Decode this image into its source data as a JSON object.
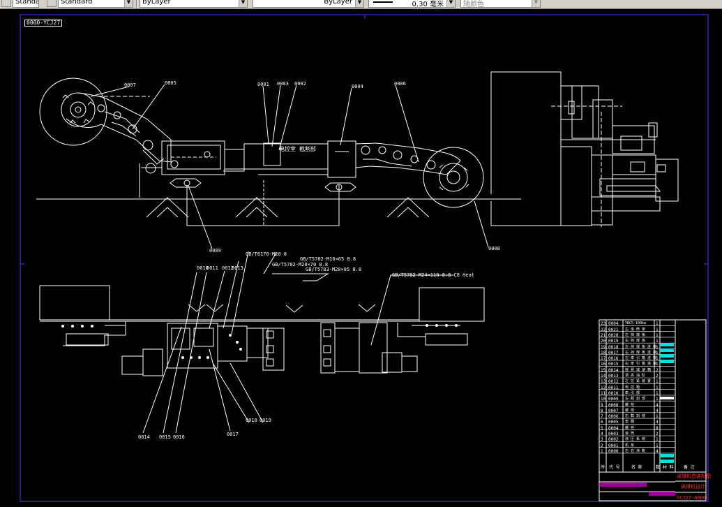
{
  "toolbar": {
    "text_style": "Standard",
    "layer_color": "ByLayer",
    "linetype": "ByLayer",
    "lineweight": "0.30 毫米",
    "plot_style": "随颜色"
  },
  "drawing": {
    "code": "0000-YCJ27",
    "callouts_top": [
      "0007",
      "0005",
      "0001",
      "0003",
      "0002",
      "0004",
      "0006",
      "0008",
      "0009"
    ],
    "callouts_bottom": [
      "0010",
      "0011",
      "0012",
      "0013",
      "0014",
      "0015",
      "0016",
      "0017",
      "0018",
      "0019"
    ],
    "box_label": "电控室 截割部",
    "leader_notes": [
      "GB/T5782-M16×65 8.8",
      "GB/T5782-M20×70 8.8",
      "GB/T5783-M20×85 8.8",
      "GB/T6170-M20 8",
      "GB/T5782-M24×110 8.8 C8 Heat"
    ]
  },
  "title_block": {
    "rows": [
      {
        "code": "0004",
        "name": "YBC5-100kw",
        "qty": "1"
      },
      {
        "code": "0021",
        "name": "左 滚 筒 架",
        "qty": "1"
      },
      {
        "code": "0020",
        "name": "左 挡 煤 板",
        "qty": "1"
      },
      {
        "code": "0019",
        "name": "右 挡 煤 板",
        "qty": "1"
      },
      {
        "code": "0018",
        "name": "左 挡 煤 板 连 接",
        "qty": "1"
      },
      {
        "code": "0017",
        "name": "右 挡 煤 板 连 接",
        "qty": "1"
      },
      {
        "code": "0016",
        "name": "左 牵 引 箱 连 接",
        "qty": "1"
      },
      {
        "code": "0015",
        "name": "右 牵 引 箱 连 接",
        "qty": "1"
      },
      {
        "code": "0014",
        "name": "摇 臂 减 速 箱",
        "qty": "2"
      },
      {
        "code": "0013",
        "name": "调 高 油 缸",
        "qty": "2"
      },
      {
        "code": "0012",
        "name": "左 拉 紧 装 置",
        "qty": "1"
      },
      {
        "code": "0011",
        "name": "电 控 箱",
        "qty": "1"
      },
      {
        "code": "0010",
        "name": "牵 引 部",
        "qty": "1"
      },
      {
        "code": "0009",
        "name": "左 截 割 部",
        "qty": "1"
      },
      {
        "code": "0008",
        "name": "螺 栓",
        "qty": "4"
      },
      {
        "code": "0007",
        "name": "螺 母",
        "qty": "4"
      },
      {
        "code": "0006",
        "name": "右 截 割 部",
        "qty": "1"
      },
      {
        "code": "0005",
        "name": "垫 圈",
        "qty": "4"
      },
      {
        "code": "0004",
        "name": "螺 栓",
        "qty": "8"
      },
      {
        "code": "0003",
        "name": "滚 筒",
        "qty": "2"
      },
      {
        "code": "0002",
        "name": "液 压 系 统",
        "qty": "1"
      },
      {
        "code": "0001",
        "name": "机 身",
        "qty": "1"
      },
      {
        "code": "0000",
        "name": "左 右 滑 靴",
        "qty": "4"
      }
    ],
    "header": [
      "序",
      "代 号",
      "名 称",
      "数",
      "材 料",
      "备 注"
    ],
    "title": "采煤机总装配图",
    "drawing_no": "YCJ27-0000",
    "school": "采煤机设计"
  }
}
